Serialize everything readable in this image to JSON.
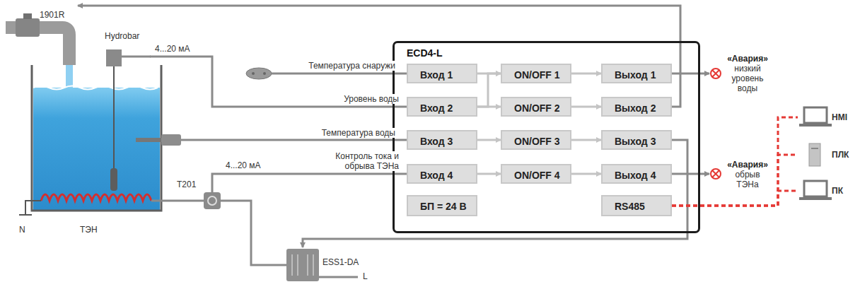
{
  "diagram": {
    "nodes": [
      {
        "text": [
          "ECD4-L"
        ]
      },
      {
        "text": [
          "Вход 1"
        ],
        "in": 0
      },
      {
        "text": [
          "ON/OFF 1"
        ],
        "in": 0
      },
      {
        "text": [
          "Выход 1"
        ],
        "in": 0
      },
      {
        "text": [
          "Вход 2"
        ],
        "in": 0
      },
      {
        "text": [
          "ON/OFF 2"
        ],
        "in": 0
      },
      {
        "text": [
          "Выход 2"
        ],
        "in": 0
      },
      {
        "text": [
          "Вход 3"
        ],
        "in": 0
      },
      {
        "text": [
          "ON/OFF 3"
        ],
        "in": 0
      },
      {
        "text": [
          "Выход 3"
        ],
        "in": 0
      },
      {
        "text": [
          "Вход 4"
        ],
        "in": 0
      },
      {
        "text": [
          "ON/OFF 4"
        ],
        "in": 0
      },
      {
        "text": [
          "Выход 4"
        ],
        "in": 0
      },
      {
        "text": [
          "БП = 24 В"
        ],
        "in": 0
      },
      {
        "text": [
          "RS485"
        ],
        "in": 0
      },
      {
        "text": [
          "1901R"
        ]
      },
      {
        "text": [
          "Hydrobar"
        ]
      },
      {
        "text": [
          "T201"
        ]
      },
      {
        "text": [
          "ESS1-DA"
        ]
      },
      {
        "text": [
          "«Авария»",
          "низкий уровень воды"
        ]
      },
      {
        "text": [
          "«Авария»",
          "обрыв ТЭНа"
        ]
      },
      {
        "text": [
          "HMI"
        ]
      },
      {
        "text": [
          "ПЛК"
        ]
      },
      {
        "text": [
          "ПК"
        ]
      }
    ],
    "edges": [
      {
        "from": 1,
        "to": 2,
        "arrow": "to"
      },
      {
        "from": 2,
        "to": 3,
        "arrow": "to"
      },
      {
        "from": 4,
        "to": 5,
        "arrow": "to"
      },
      {
        "from": 4,
        "to": 2,
        "arrow": "to"
      },
      {
        "from": 5,
        "to": 6,
        "arrow": "to"
      },
      {
        "from": 7,
        "to": 8,
        "arrow": "to"
      },
      {
        "from": 8,
        "to": 9,
        "arrow": "to"
      },
      {
        "from": 10,
        "to": 11,
        "arrow": "to"
      },
      {
        "from": 11,
        "to": 12,
        "arrow": "to"
      },
      {
        "from": 3,
        "to": 19,
        "arrow": "to"
      },
      {
        "from": 12,
        "to": 20,
        "arrow": "to"
      },
      {
        "from": 6,
        "to": 15,
        "arrow": "to"
      },
      {
        "from": 9,
        "to": 18,
        "arrow": "to"
      },
      {
        "from": 16,
        "to": 4,
        "label": "Уровень воды",
        "arrow": "none"
      },
      {
        "from": 17,
        "to": 10,
        "label": "Контроль тока и обрыва ТЭНа",
        "arrow": "none"
      },
      {
        "from": 14,
        "to": 21,
        "arrow": "none"
      },
      {
        "from": 14,
        "to": 22,
        "arrow": "none"
      },
      {
        "from": 14,
        "to": 23,
        "arrow": "none"
      }
    ],
    "labels": [
      "4...20 мА",
      "Температура снаружи",
      "Температура воды",
      "4...20 мА",
      "ТЭН",
      "N",
      "L"
    ]
  }
}
